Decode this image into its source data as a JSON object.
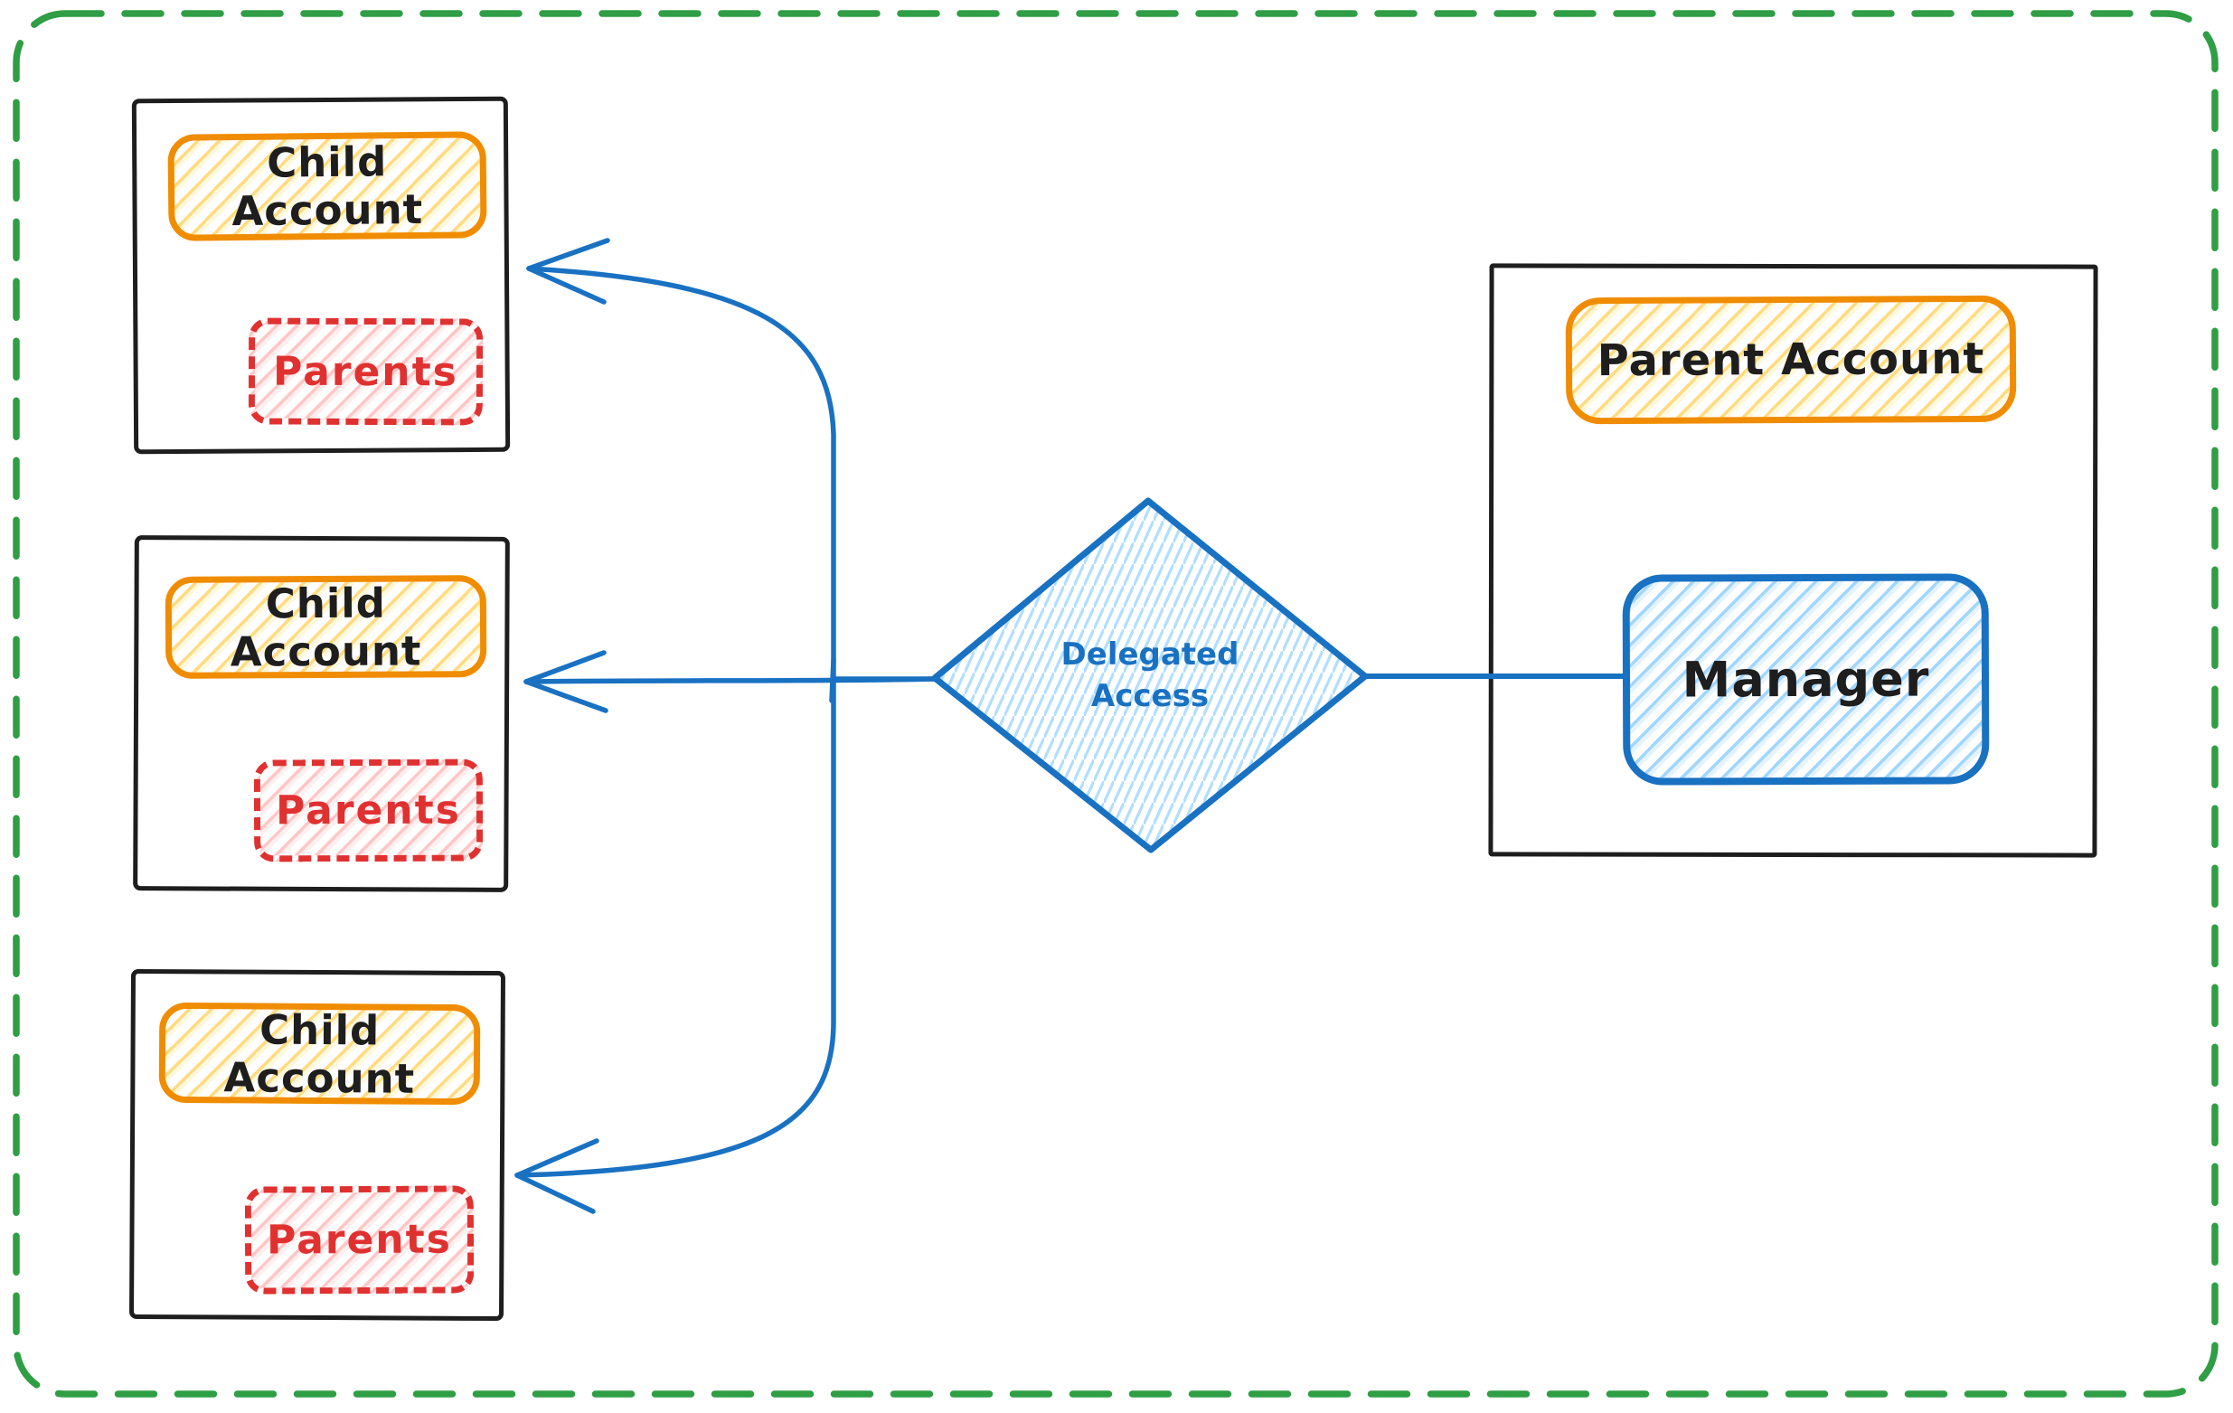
{
  "diagram": {
    "child_accounts": [
      {
        "account_label": "Child Account",
        "parents_label": "Parents"
      },
      {
        "account_label": "Child Account",
        "parents_label": "Parents"
      },
      {
        "account_label": "Child Account",
        "parents_label": "Parents"
      }
    ],
    "parent_account": {
      "account_label": "Parent Account",
      "manager_label": "Manager"
    },
    "decision_label": "Delegated Access",
    "colors": {
      "frame_green": "#2f9e44",
      "stroke_black": "#1e1e1e",
      "accent_orange": "#f08c00",
      "fill_yellow_hatch": "#ffd43b",
      "accent_red": "#e03131",
      "fill_pink_hatch": "#ffc9c9",
      "accent_blue": "#1971c2",
      "fill_lightblue_hatch": "#a5d8ff"
    }
  }
}
